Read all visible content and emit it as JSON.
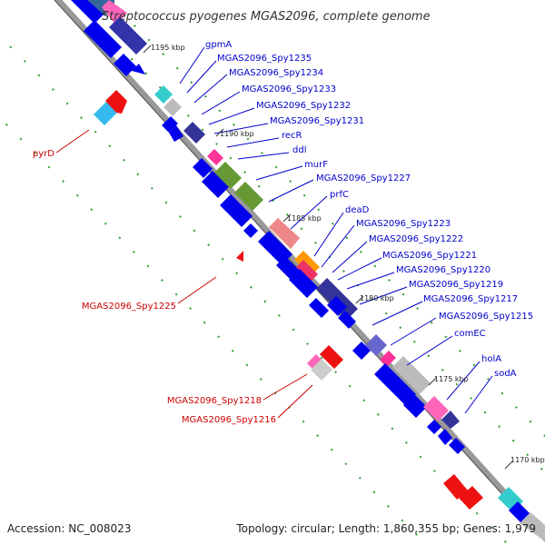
{
  "title": "Streptococcus pyogenes MGAS2096, complete genome",
  "accession": "Accession: NC_008023",
  "summary": "Topology: circular; Length: 1,860,355 bp; Genes: 1,979",
  "ticks": [
    "1195 kbp",
    "1190 kbp",
    "1185 kbp",
    "1180 kbp",
    "1175 kbp",
    "1170 kbp"
  ],
  "forward_genes": [
    "pyrD",
    "MGAS2096_Spy1225",
    "MGAS2096_Spy1218",
    "MGAS2096_Spy1216"
  ],
  "reverse_genes": [
    "gpmA",
    "MGAS2096_Spy1235",
    "MGAS2096_Spy1234",
    "MGAS2096_Spy1233",
    "MGAS2096_Spy1232",
    "MGAS2096_Spy1231",
    "recR",
    "ddl",
    "murF",
    "MGAS2096_Spy1227",
    "prfC",
    "deaD",
    "MGAS2096_Spy1223",
    "MGAS2096_Spy1222",
    "MGAS2096_Spy1221",
    "MGAS2096_Spy1220",
    "MGAS2096_Spy1219",
    "MGAS2096_Spy1217",
    "MGAS2096_Spy1215",
    "comEC",
    "holA",
    "sodA"
  ],
  "colors": {
    "forward_label": "#cc0000",
    "reverse_label": "#0000cc",
    "backbone": "#999999",
    "cds": "#0000ee",
    "grid": "#339933"
  }
}
